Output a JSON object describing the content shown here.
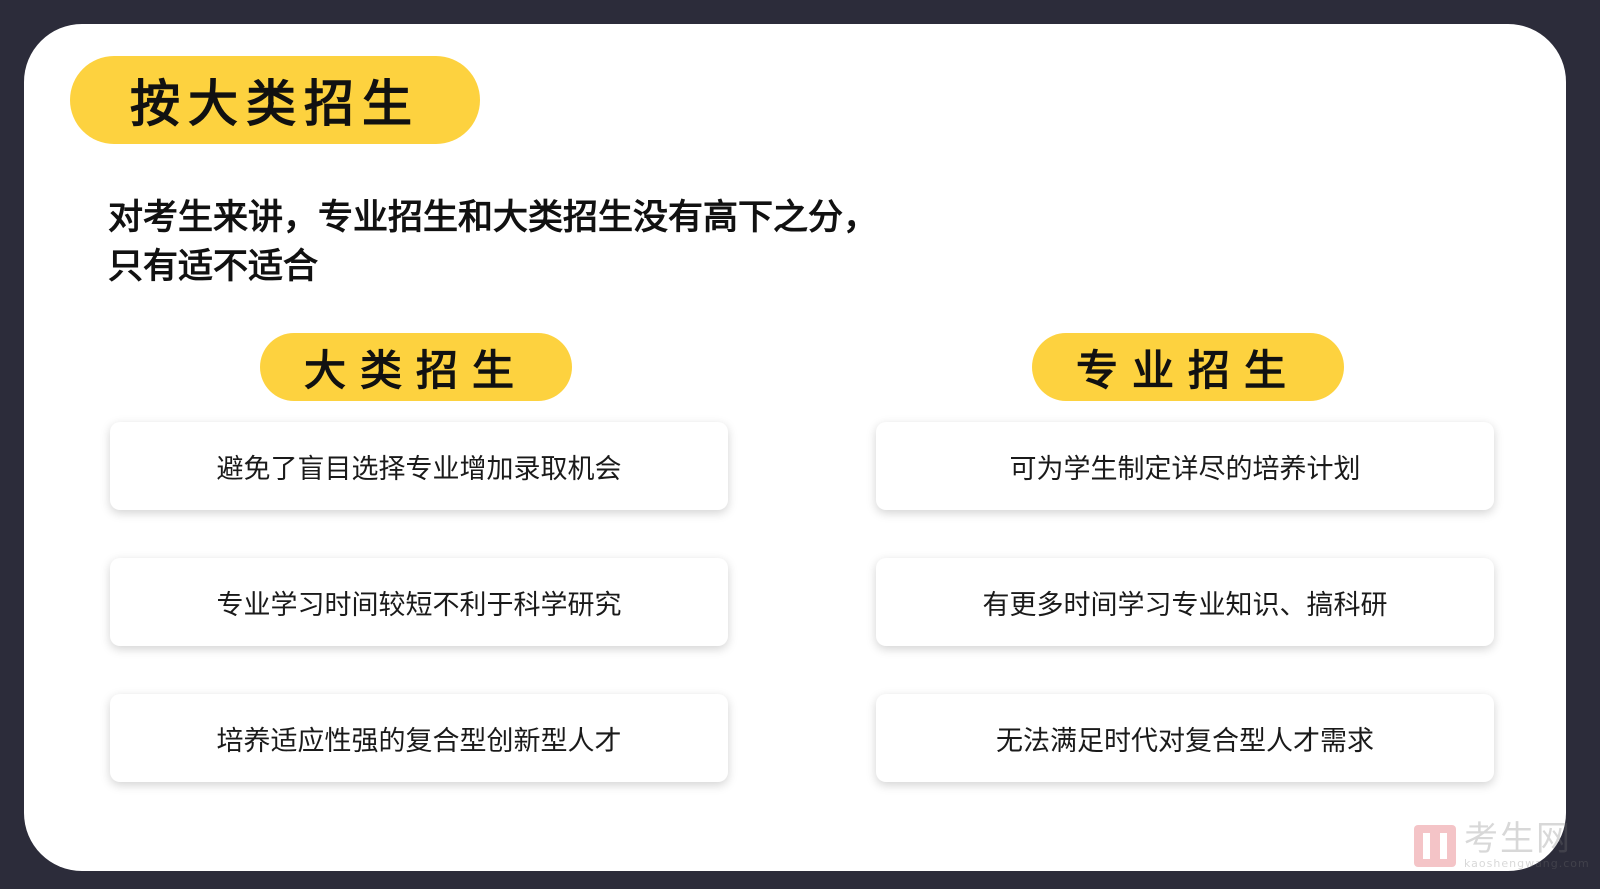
{
  "header": {
    "title": "按大类招生"
  },
  "intro": {
    "line1": "对考生来讲，专业招生和大类招生没有高下之分，",
    "line2": "只有适不适合"
  },
  "left_column": {
    "title": "大类招生",
    "items": [
      "避免了盲目选择专业增加录取机会",
      "专业学习时间较短不利于科学研究",
      "培养适应性强的复合型创新型人才"
    ]
  },
  "right_column": {
    "title": "专业招生",
    "items": [
      "可为学生制定详尽的培养计划",
      "有更多时间学习专业知识、搞科研",
      "无法满足时代对复合型人才需求"
    ]
  },
  "watermark": {
    "logo_icon": "kaoshengwang-logo-icon",
    "text_cn": "考生网",
    "text_en": "kaoshengwang.com"
  },
  "colors": {
    "background": "#2c2c3a",
    "card": "#ffffff",
    "accent_yellow": "#fdd23f",
    "watermark_red": "#d9303a"
  }
}
